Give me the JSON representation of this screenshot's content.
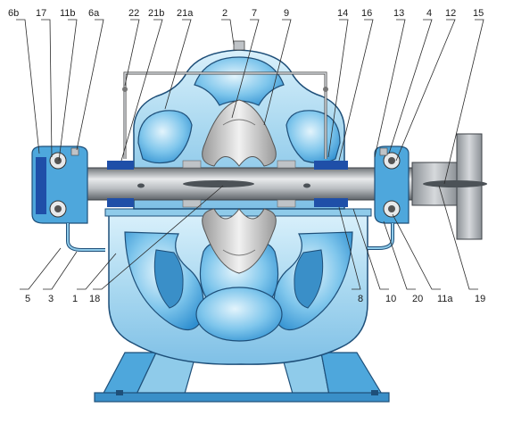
{
  "diagram": {
    "callouts_top": [
      "6b",
      "17",
      "11b",
      "6a",
      "22",
      "21b",
      "21a",
      "2",
      "7",
      "9",
      "14",
      "16",
      "13",
      "4",
      "12",
      "15"
    ],
    "callouts_bottom": [
      "5",
      "3",
      "1",
      "18",
      "8",
      "10",
      "20",
      "11a",
      "19"
    ],
    "colors": {
      "casing_light": "#cfe9f7",
      "casing_mid": "#8fcbea",
      "casing_dark": "#3a8fc8",
      "outline": "#1e4f79",
      "impeller": "#c9c9c9",
      "shaft": "#a9adb1",
      "seal_blue": "#1f4fa8"
    }
  }
}
